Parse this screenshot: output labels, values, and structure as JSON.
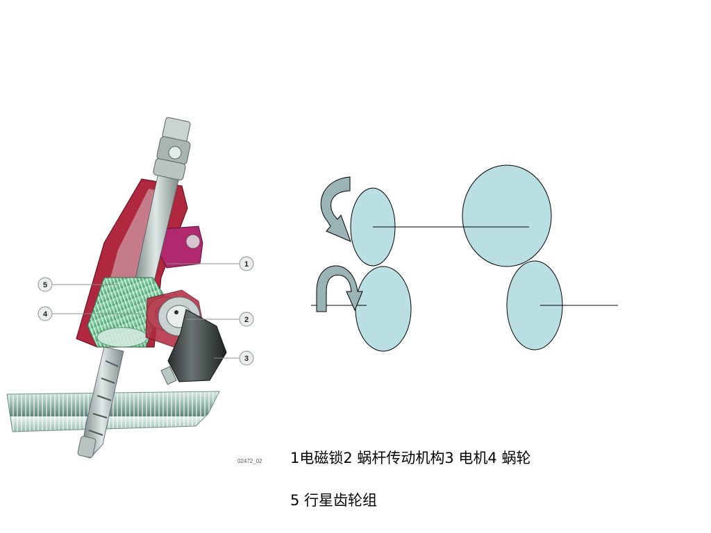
{
  "illustration": {
    "code": "02472_02",
    "callouts": [
      "1",
      "2",
      "3",
      "4",
      "5"
    ]
  },
  "caption": {
    "line1": "1电磁锁2 蜗杆传动机构3 电机4 蜗轮",
    "line2": "5 行星齿轮组"
  },
  "colors": {
    "circle_fill": "#b9dfe3",
    "arrow_fill": "#9ab3b5",
    "housing_red": "#b0283d",
    "gear_green": "#8fd3a8",
    "shaft_grey": "#9aa7a5"
  }
}
